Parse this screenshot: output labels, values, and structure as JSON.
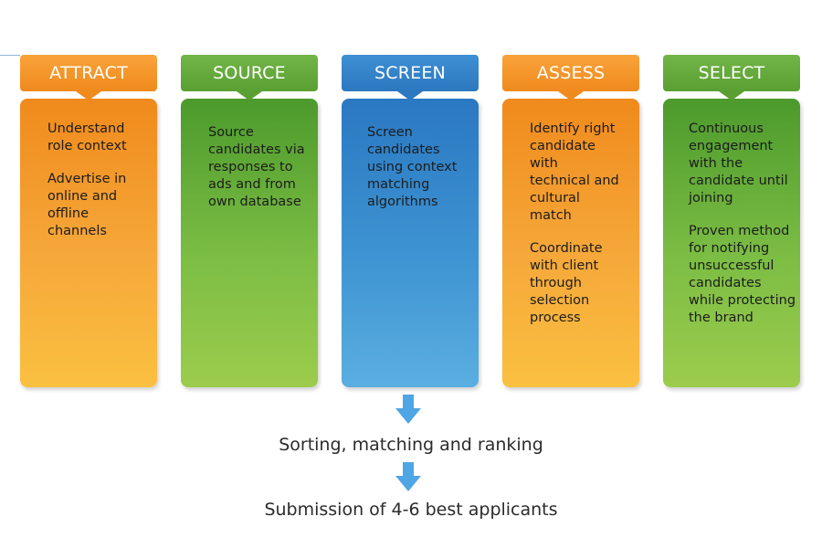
{
  "stages": [
    {
      "title": "ATTRACT",
      "color": "orange",
      "items": [
        "Understand role context",
        "Advertise in online and offline channels"
      ]
    },
    {
      "title": "SOURCE",
      "color": "green",
      "items": [
        "Source candidates via responses to ads and from own database"
      ]
    },
    {
      "title": "SCREEN",
      "color": "blue",
      "items": [
        "Screen candidates using context matching algorithms"
      ]
    },
    {
      "title": "ASSESS",
      "color": "orange",
      "items": [
        "Identify right candidate with technical and cultural match",
        "Coordinate with client through selection process"
      ]
    },
    {
      "title": "SELECT",
      "color": "green",
      "items": [
        "Continuous engagement with the candidate until joining",
        "Proven method for notifying unsuccessful candidates while protecting the brand"
      ]
    }
  ],
  "flow": {
    "step1": "Sorting, matching and ranking",
    "step2": "Submission of 4-6 best applicants",
    "arrow_color": "#4ea6e4"
  }
}
